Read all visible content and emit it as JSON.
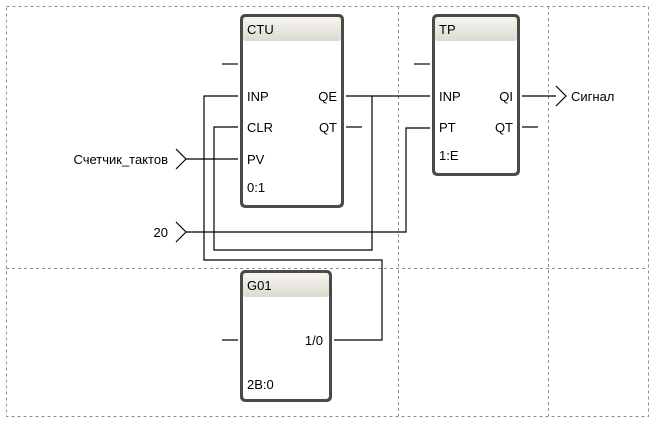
{
  "blocks": {
    "ctu": {
      "title": "CTU",
      "inputs": [
        "INP",
        "CLR",
        "PV"
      ],
      "outputs": [
        "QE",
        "QT"
      ],
      "footer": "0:1"
    },
    "tp": {
      "title": "TP",
      "inputs": [
        "INP",
        "PT"
      ],
      "outputs": [
        "QI",
        "QT"
      ],
      "footer": "1:E"
    },
    "g01": {
      "title": "G01",
      "outputs": [
        "1/0"
      ],
      "footer": "2B:0"
    }
  },
  "connectors": {
    "counter_input": "Счетчик_тактов",
    "constant_input": "20",
    "signal_output": "Сигнал"
  }
}
